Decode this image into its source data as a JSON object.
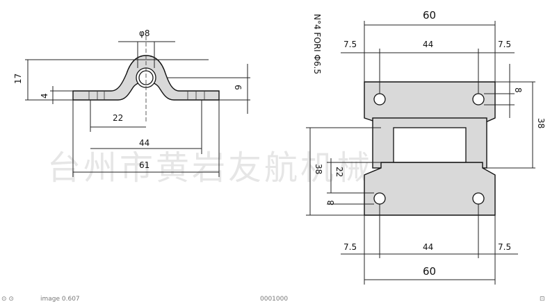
{
  "watermark": "台州市黄岩友航机械厂",
  "side_view": {
    "hole_diameter": "φ8",
    "dim_height_total": "17",
    "dim_plate_thickness": "4",
    "dim_right": "6",
    "dim_22": "22",
    "dim_44": "44",
    "dim_61": "61"
  },
  "front_view": {
    "note": "N°4 FORI Φ6.5",
    "dim_top_width": "60",
    "dim_top_left": "7.5",
    "dim_top_middle": "44",
    "dim_top_right": "7.5",
    "dim_right_8": "8",
    "dim_right_38": "38",
    "dim_left_38": "38",
    "dim_left_22": "22",
    "dim_left_8": "8",
    "dim_bottom_left": "7.5",
    "dim_bottom_middle": "44",
    "dim_bottom_right": "7.5",
    "dim_bottom_width": "60"
  },
  "footer": {
    "icon_a": "back-circle-icon",
    "icon_b": "forward-circle-icon",
    "text_left": "image 0.607",
    "text_mid": "0001000",
    "icon_c": "corner-icon"
  }
}
